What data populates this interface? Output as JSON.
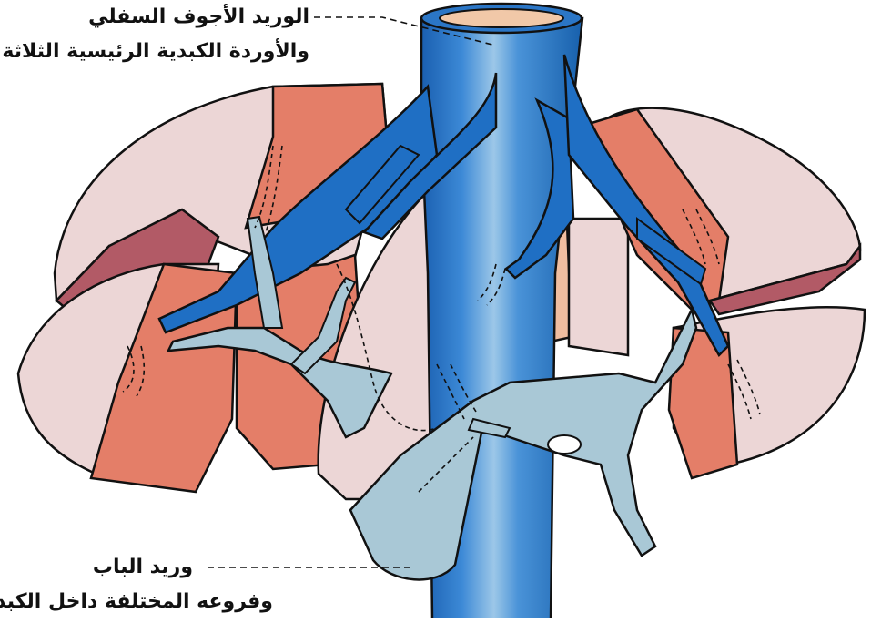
{
  "labels": {
    "ivc_line1": "الوريد الأجوف السفلي",
    "ivc_line2": "والأوردة الكبدية الرئيسية الثلاثة",
    "portal_line1": "وريد الباب",
    "portal_line2": "وفروعه المختلفة داخل الكبد"
  },
  "colors": {
    "liver_pink": "#ecd6d6",
    "liver_segment": "#e47e68",
    "liver_dark": "#b25a66",
    "hepatic_vein_blue": "#1f6fc4",
    "portal_vein_lightblue": "#a9c8d6",
    "ivc_lumen": "#f1c8a8",
    "outline": "#111111"
  }
}
